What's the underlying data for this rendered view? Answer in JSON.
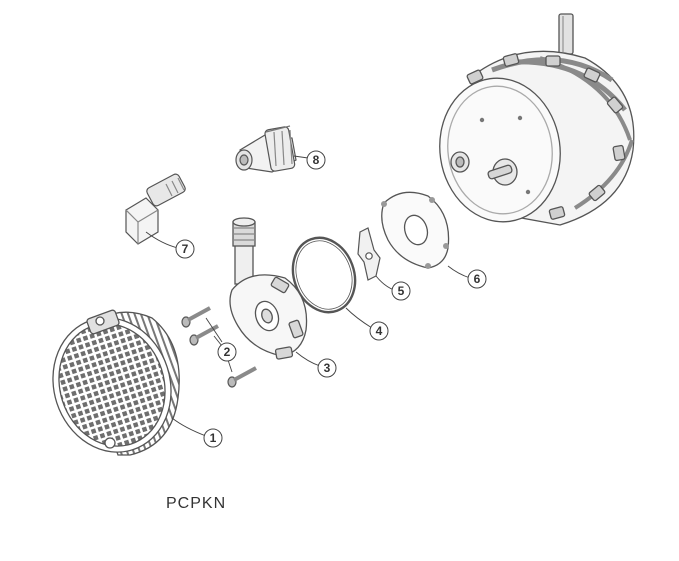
{
  "caption": "PCPKN",
  "callouts": [
    "1",
    "2",
    "3",
    "4",
    "5",
    "6",
    "7",
    "8"
  ],
  "colors": {
    "line": "#555555",
    "fill": "#ffffff",
    "shade": "#dcdcdc",
    "text": "#333333"
  }
}
